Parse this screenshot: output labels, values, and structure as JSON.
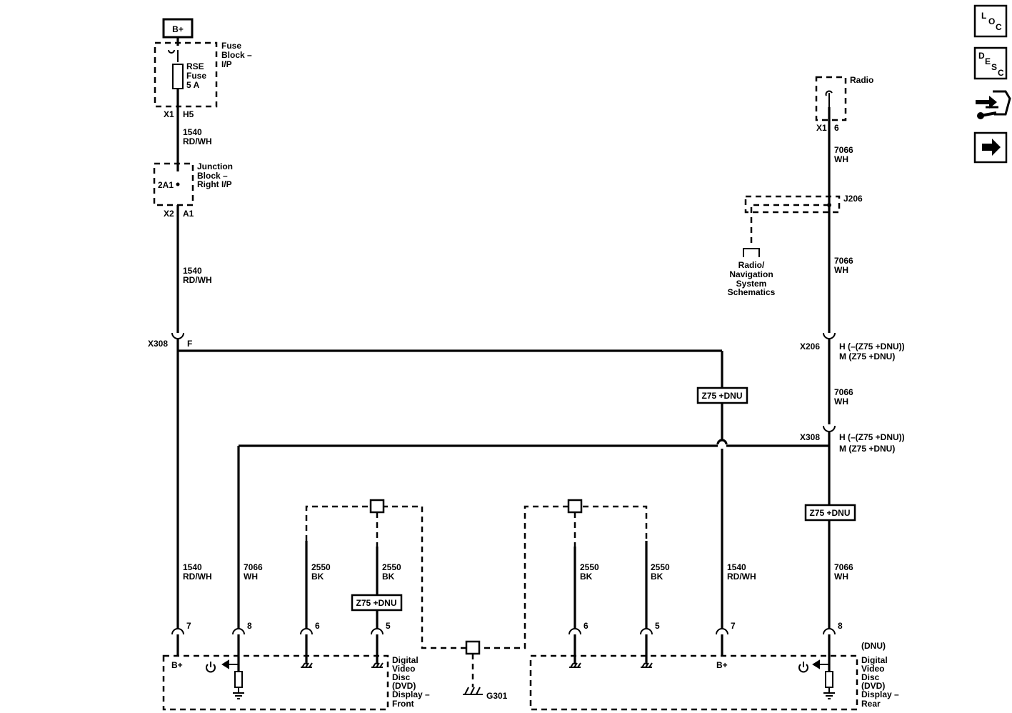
{
  "power": {
    "bplus": "B+"
  },
  "fuse_block": {
    "name_lines": [
      "Fuse",
      "Block –",
      "I/P"
    ],
    "fuse_lines": [
      "RSE",
      "Fuse",
      "5 A"
    ],
    "conn": "X1",
    "pin": "H5"
  },
  "circuit_1540_top": [
    "1540",
    "RD/WH"
  ],
  "junction_block": {
    "name_lines": [
      "Junction",
      "Block –",
      "Right I/P"
    ],
    "inner": "2A1",
    "conn": "X2",
    "pin": "A1"
  },
  "circuit_1540_mid": [
    "1540",
    "RD/WH"
  ],
  "x308_left": {
    "conn": "X308",
    "pin": "F"
  },
  "radio": {
    "name": "Radio",
    "conn": "X1",
    "pin": "6"
  },
  "circuit_7066_a": [
    "7066",
    "WH"
  ],
  "splice": {
    "name": "J206"
  },
  "radio_nav_ref": [
    "Radio/",
    "Navigation",
    "System",
    "Schematics"
  ],
  "circuit_7066_b": [
    "7066",
    "WH"
  ],
  "x206": {
    "conn": "X206",
    "pin_lines": [
      "H (–(Z75 +DNU))",
      "M (Z75 +DNU)"
    ]
  },
  "circuit_7066_c": [
    "7066",
    "WH"
  ],
  "x308_right": {
    "conn": "X308",
    "pin_lines": [
      "H (–(Z75 +DNU))",
      "M (Z75 +DNU)"
    ]
  },
  "option_tags": {
    "tag1": "Z75 +DNU",
    "tag2": "Z75 +DNU",
    "tag3": "Z75 +DNU"
  },
  "bottom_circuits": {
    "c1": [
      "1540",
      "RD/WH"
    ],
    "c2": [
      "7066",
      "WH"
    ],
    "c3": [
      "2550",
      "BK"
    ],
    "c4": [
      "2550",
      "BK"
    ],
    "c5": [
      "2550",
      "BK"
    ],
    "c6": [
      "2550",
      "BK"
    ],
    "c7": [
      "1540",
      "RD/WH"
    ],
    "c8": [
      "7066",
      "WH"
    ]
  },
  "front_pins": [
    "7",
    "8",
    "6",
    "5"
  ],
  "rear_pins": [
    "6",
    "5",
    "7",
    "8"
  ],
  "front_display": {
    "name_lines": [
      "Digital",
      "Video",
      "Disc",
      "(DVD)",
      "Display –",
      "Front"
    ],
    "bplus": "B+"
  },
  "rear_display": {
    "qualifier": "(DNU)",
    "name_lines": [
      "Digital",
      "Video",
      "Disc",
      "(DVD)",
      "Display –",
      "Rear"
    ],
    "bplus": "B+"
  },
  "ground": {
    "name": "G301"
  },
  "nav_buttons": {
    "loc": {
      "l": "L",
      "o": "O",
      "c": "C",
      "icon": "location-icon"
    },
    "desc": {
      "d": "D",
      "e": "E",
      "s": "S",
      "c": "C",
      "icon": "description-icon"
    },
    "connector": {
      "icon": "connector-icon"
    },
    "next": {
      "icon": "right-arrow-icon"
    }
  }
}
